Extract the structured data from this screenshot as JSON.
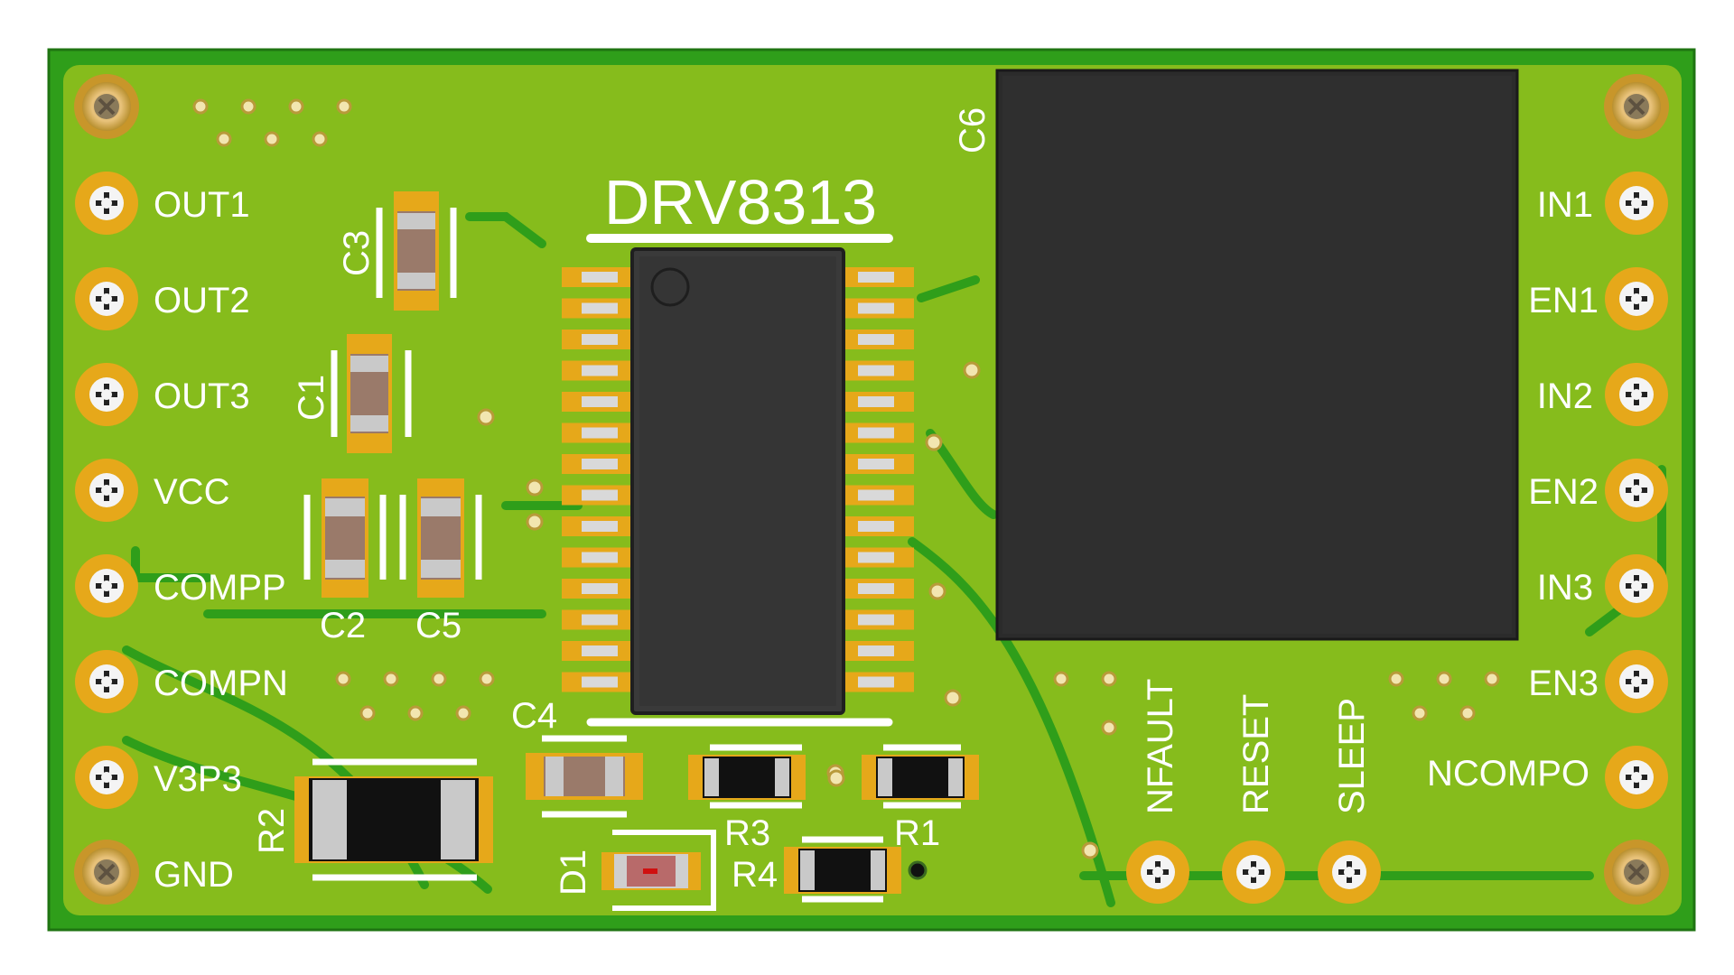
{
  "colors": {
    "board": "#2f9e1a",
    "copper": "#8fc21b",
    "mask_edge": "#1a6a10",
    "pad_gold": "#e6a81a",
    "silk": "#ffffff",
    "ic_body": "#3a3a3a",
    "module_body": "#2b2b2b"
  },
  "chip_label": "DRV8313",
  "left_pins": [
    "OUT1",
    "OUT2",
    "OUT3",
    "VCC",
    "COMPP",
    "COMPN",
    "V3P3",
    "GND"
  ],
  "right_pins": [
    "IN1",
    "EN1",
    "IN2",
    "EN2",
    "IN3",
    "EN3",
    "NCOMPO"
  ],
  "bottom_pins": [
    "NFAULT",
    "RESET",
    "SLEEP"
  ],
  "designators": {
    "c1": "C1",
    "c2": "C2",
    "c3": "C3",
    "c4": "C4",
    "c5": "C5",
    "c6": "C6",
    "r1": "R1",
    "r2": "R2",
    "r3": "R3",
    "r4": "R4",
    "d1": "D1"
  }
}
